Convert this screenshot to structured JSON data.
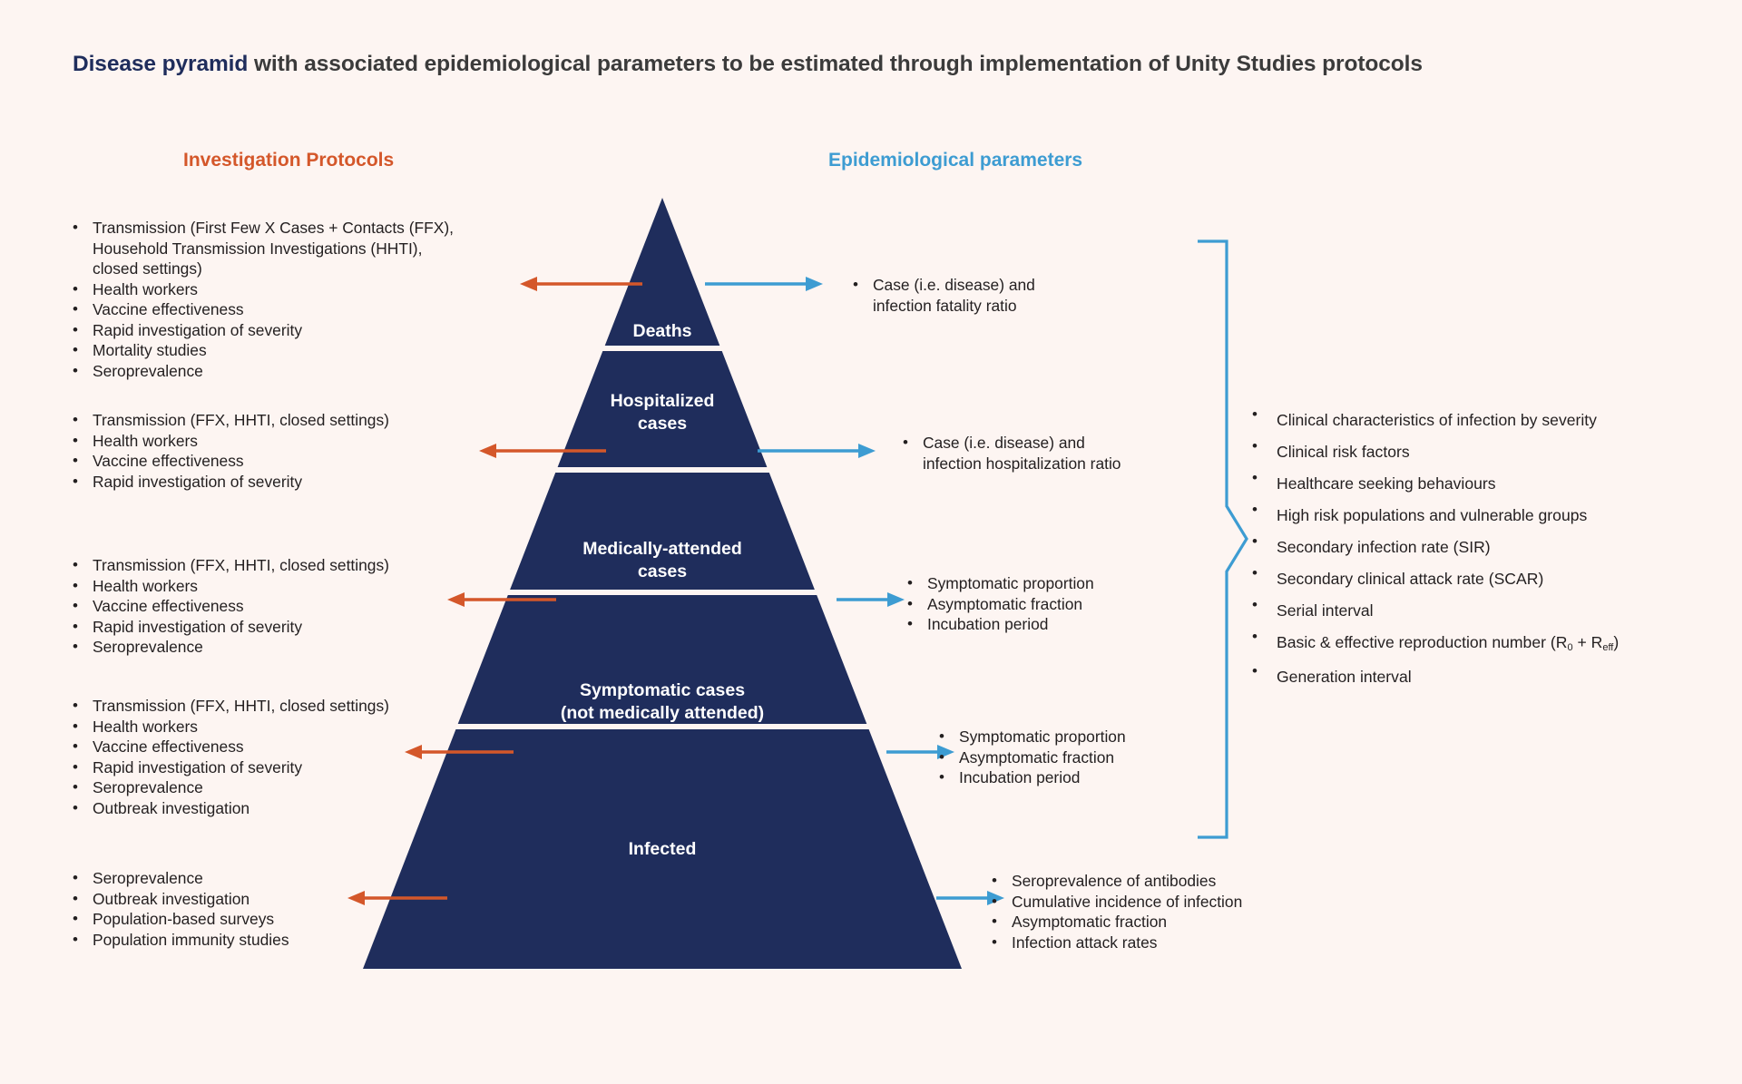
{
  "title": {
    "highlight": "Disease pyramid",
    "rest": " with associated epidemiological parameters to be estimated through implementation of Unity Studies protocols"
  },
  "colors": {
    "background": "#fdf5f2",
    "pyramid_navy": "#1f2d5c",
    "protocol_orange": "#d4572a",
    "parameter_blue": "#3d9cd2",
    "title_navy": "#1f2d5c",
    "body_text": "#231f20"
  },
  "headings": {
    "protocols": "Investigation Protocols",
    "parameters": "Epidemiological parameters"
  },
  "pyramid": {
    "tiers": [
      {
        "id": "deaths",
        "label": "Deaths"
      },
      {
        "id": "hospitalized",
        "label": "Hospitalized\ncases"
      },
      {
        "id": "medically-attended",
        "label": "Medically-attended\ncases"
      },
      {
        "id": "symptomatic",
        "label": "Symptomatic cases\n(not medically attended)"
      },
      {
        "id": "infected",
        "label": "Infected"
      }
    ]
  },
  "protocols": [
    {
      "tier": "deaths",
      "items": [
        "Transmission (First Few X Cases + Contacts (FFX),\nHousehold Transmission Investigations (HHTI),\nclosed settings)",
        "Health workers",
        "Vaccine effectiveness",
        "Rapid investigation of severity",
        "Mortality studies",
        "Seroprevalence"
      ]
    },
    {
      "tier": "hospitalized",
      "items": [
        "Transmission (FFX, HHTI, closed settings)",
        "Health workers",
        "Vaccine effectiveness",
        "Rapid investigation of severity"
      ]
    },
    {
      "tier": "medically-attended",
      "items": [
        "Transmission (FFX, HHTI, closed settings)",
        "Health workers",
        "Vaccine effectiveness",
        "Rapid investigation of severity",
        "Seroprevalence"
      ]
    },
    {
      "tier": "symptomatic",
      "items": [
        "Transmission (FFX, HHTI, closed settings)",
        "Health workers",
        "Vaccine effectiveness",
        "Rapid investigation of severity",
        "Seroprevalence",
        "Outbreak investigation"
      ]
    },
    {
      "tier": "infected",
      "items": [
        "Seroprevalence",
        "Outbreak investigation",
        "Population-based surveys",
        "Population immunity studies"
      ]
    }
  ],
  "parameters": [
    {
      "tier": "deaths",
      "items": [
        "Case (i.e. disease) and\ninfection fatality ratio"
      ]
    },
    {
      "tier": "hospitalized",
      "items": [
        "Case (i.e. disease) and\ninfection hospitalization ratio"
      ]
    },
    {
      "tier": "medically-attended",
      "items": [
        "Symptomatic proportion",
        "Asymptomatic fraction",
        "Incubation period"
      ]
    },
    {
      "tier": "symptomatic",
      "items": [
        "Symptomatic proportion",
        "Asymptomatic fraction",
        "Incubation period"
      ]
    },
    {
      "tier": "infected",
      "items": [
        "Seroprevalence of antibodies",
        "Cumulative incidence of infection",
        "Asymptomatic fraction",
        "Infection attack rates"
      ]
    }
  ],
  "cross_cutting_parameters": [
    {
      "text": "Clinical characteristics of infection by severity"
    },
    {
      "text": "Clinical risk factors"
    },
    {
      "text": "Healthcare seeking behaviours"
    },
    {
      "text": "High risk populations and vulnerable groups"
    },
    {
      "text": "Secondary infection rate (SIR)"
    },
    {
      "text": "Secondary clinical attack rate (SCAR)"
    },
    {
      "text": "Serial interval"
    },
    {
      "html": "Basic &amp; effective reproduction number (R<sub>0</sub> + R<sub>eff</sub>)"
    },
    {
      "text": "Generation interval"
    }
  ]
}
